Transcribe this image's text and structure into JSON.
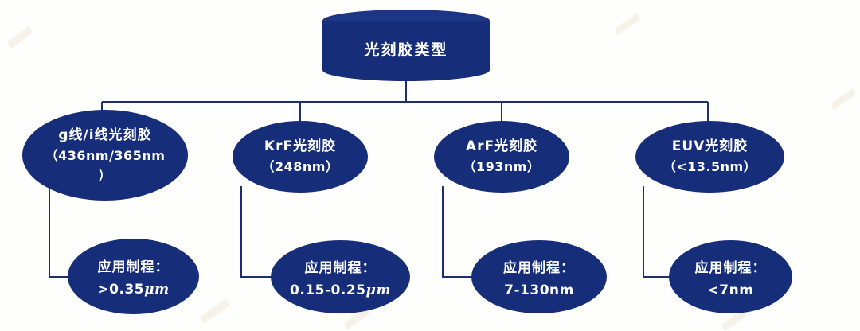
{
  "colors": {
    "node_fill": "#162d7a",
    "connector": "#1d2f72",
    "text": "#ffffff",
    "background": "#fefefd"
  },
  "root": {
    "label": "光刻胶类型"
  },
  "branches": [
    {
      "type_lines": [
        "g线/i线光刻胶",
        "（436nm/365nm",
        "）"
      ],
      "process": {
        "title": "应用制程：",
        "value": ">0.35",
        "unit": "μm"
      }
    },
    {
      "type_lines": [
        "KrF光刻胶",
        "（248nm）"
      ],
      "process": {
        "title": "应用制程：",
        "value": "0.15-0.25",
        "unit": "μm"
      }
    },
    {
      "type_lines": [
        "ArF光刻胶",
        "（193nm）"
      ],
      "process": {
        "title": "应用制程：",
        "value": "7-130nm",
        "unit": ""
      }
    },
    {
      "type_lines": [
        "EUV光刻胶",
        "（<13.5nm）"
      ],
      "process": {
        "title": "应用制程：",
        "value": "<7nm",
        "unit": ""
      }
    }
  ]
}
